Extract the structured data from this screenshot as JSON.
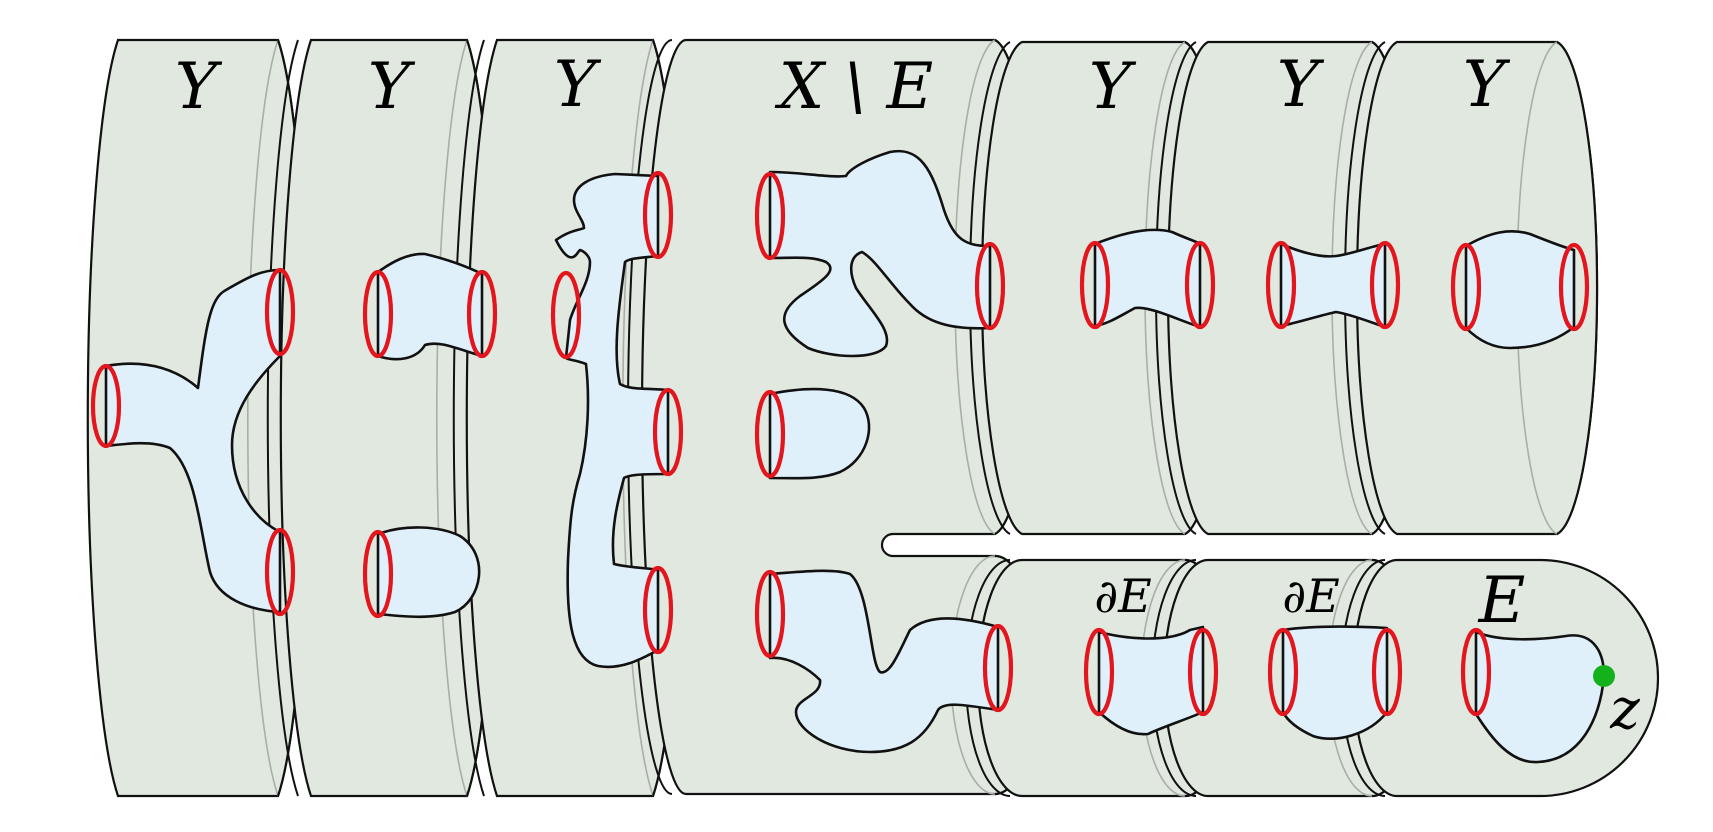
{
  "diagram": {
    "labels": {
      "y1": "Y",
      "y2": "Y",
      "y3": "Y",
      "x_minus_e": "X \\ E",
      "y4": "Y",
      "y5": "Y",
      "y6": "Y",
      "boundary_e1": "∂E",
      "boundary_e2": "∂E",
      "e": "E",
      "z": "z"
    },
    "colors": {
      "cylinder_fill": "#e1e8e0",
      "surface_fill": "#dff0fa",
      "boundary_circle": "#e3161d",
      "marked_point": "#13b21b",
      "outline": "#111111"
    }
  }
}
